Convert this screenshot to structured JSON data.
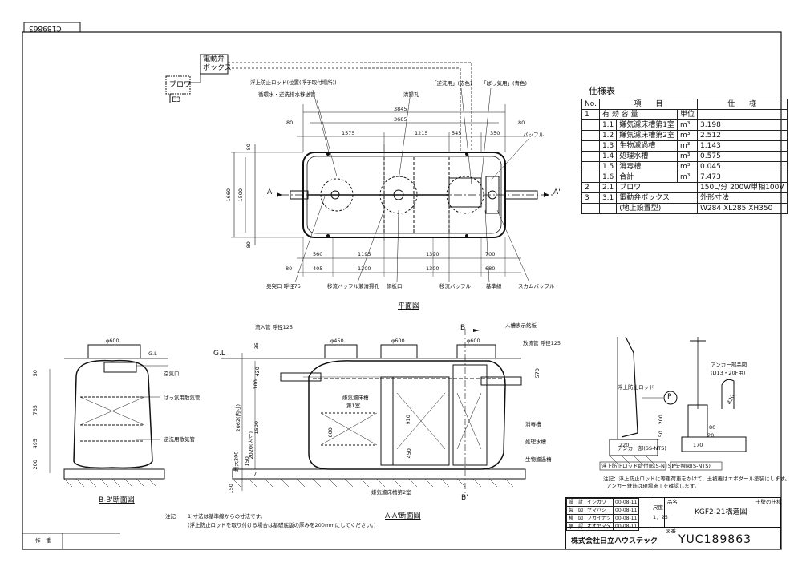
{
  "drawing_code_box": "C189863",
  "control_box_label": [
    "電動弁",
    "ボックス"
  ],
  "blower_label": "ブロワ",
  "e3_label": "E3",
  "plan": {
    "callouts_top": [
      "浮上防止ロッド(位置(浮子取付場所))",
      "循環水・逆洗排水移送管",
      "清掃孔",
      "「逆洗用」(赤色)",
      "「ばっ気用」(青色)",
      "バッフル"
    ],
    "dims_top": [
      "3845",
      "3685",
      "80",
      "80",
      "1575",
      "1215",
      "545",
      "350"
    ],
    "dims_left": [
      "1660",
      "1500",
      "80",
      "80"
    ],
    "dims_bottom": [
      "560",
      "1195",
      "1390",
      "700",
      "80",
      "405",
      "1300",
      "1300",
      "680"
    ],
    "section_a": "A",
    "section_a_prime": "A'",
    "callouts_bottom": [
      "奥突口 呼径75",
      "移流バッフル兼清掃孔",
      "銅板口",
      "移流バッフル",
      "基準線",
      "スカムバッフル"
    ],
    "title": "平面図"
  },
  "spec_table": {
    "title": "仕様表",
    "header": [
      "No.",
      "項　　目",
      "仕　　様"
    ],
    "rows": [
      {
        "no": "1",
        "sub": "",
        "item": "有 効 容 量",
        "unit": "単位",
        "value": ""
      },
      {
        "no": "",
        "sub": "1.1",
        "item": "嫌気濾床槽第1室",
        "unit": "m³",
        "value": "3.198"
      },
      {
        "no": "",
        "sub": "1.2",
        "item": "嫌気濾床槽第2室",
        "unit": "m³",
        "value": "2.512"
      },
      {
        "no": "",
        "sub": "1.3",
        "item": "生物濾過槽",
        "unit": "m³",
        "value": "1.143"
      },
      {
        "no": "",
        "sub": "1.4",
        "item": "処理水槽",
        "unit": "m³",
        "value": "0.575"
      },
      {
        "no": "",
        "sub": "1.5",
        "item": "消毒槽",
        "unit": "m³",
        "value": "0.045"
      },
      {
        "no": "",
        "sub": "1.6",
        "item": "合計",
        "unit": "m³",
        "value": "7.473"
      },
      {
        "no": "2",
        "sub": "2.1",
        "item": "ブロワ",
        "unit": "",
        "value": "150L/分 200W単相100V"
      },
      {
        "no": "3",
        "sub": "3.1",
        "item": "電動弁ボックス",
        "unit": "",
        "value": "外形寸法"
      },
      {
        "no": "",
        "sub": "",
        "item": "(地上設置型)",
        "unit": "",
        "value": "W284 XL285 XH350"
      }
    ]
  },
  "section_bb": {
    "title": "B-B'断面図",
    "dims": [
      "φ600",
      "G.L",
      "50",
      "765",
      "495",
      "200"
    ],
    "labels": [
      "空気口",
      "ばっ気用散気管",
      "逆洗用散気管"
    ]
  },
  "section_aa": {
    "title": "A-A'断面図",
    "dims": [
      "流入管 呼径125",
      "φ450",
      "φ600",
      "φ600",
      "G.L",
      "放流管 呼径125",
      "35",
      "420",
      "100",
      "1500",
      "2062(内寸)",
      "2020(内寸)",
      "最大200",
      "150",
      "570",
      "910",
      "600",
      "450",
      "150",
      "7"
    ],
    "labels": [
      "人槽表示銘板",
      "嫌気濾床槽",
      "第1室",
      "消毒槽",
      "処理水槽",
      "生物濾過槽",
      "嫌気濾床槽第2室"
    ],
    "b_mark": "B",
    "b_prime_mark": "B'"
  },
  "detail": {
    "labels": [
      "浮上防止ロッド",
      "アンカー部(SS-NTS)",
      "アンカー部品図",
      "(D13・20F用)"
    ],
    "dims": [
      "200",
      "150",
      "220",
      "170",
      "80",
      "20",
      "R20"
    ],
    "p_mark": "P",
    "caption1": "浮上防止ロッド取付部(S-NTS)",
    "caption2": "P矢視図(S-NTS)",
    "note": [
      "注記：浮上防止ロッドに等重荷重をかけて、土被覆はエポダール塗装にします。",
      "アンカー鉄筋は現場施工を確認します。"
    ]
  },
  "notes": {
    "label": "注記",
    "line1": "1)寸法は基準線からの寸法です。",
    "line2": "(浮上防止ロッドを取り付ける場合は基礎底版の厚みを200mmにしてください。)"
  },
  "revision_block": {
    "label": "作　番"
  },
  "title_block": {
    "roles": [
      {
        "role": "設　計",
        "name": "イシカワ",
        "date": "00-08-11"
      },
      {
        "role": "製　図",
        "name": "ヤマハシ",
        "date": "00-08-11"
      },
      {
        "role": "検　図",
        "name": "フカイナツ",
        "date": "00-08-11"
      },
      {
        "role": "承　認",
        "name": "オオヤマダ",
        "date": "00-08-11"
      }
    ],
    "scale_label": "尺度",
    "scale": "1：25",
    "name_label": "品名",
    "drawing_title": "KGF2-21構造図",
    "unit_label": "土壁の仕様",
    "company": "株式会社日立ハウステック",
    "drawing_no_label": "図番",
    "drawing_no": "YUC189863"
  }
}
